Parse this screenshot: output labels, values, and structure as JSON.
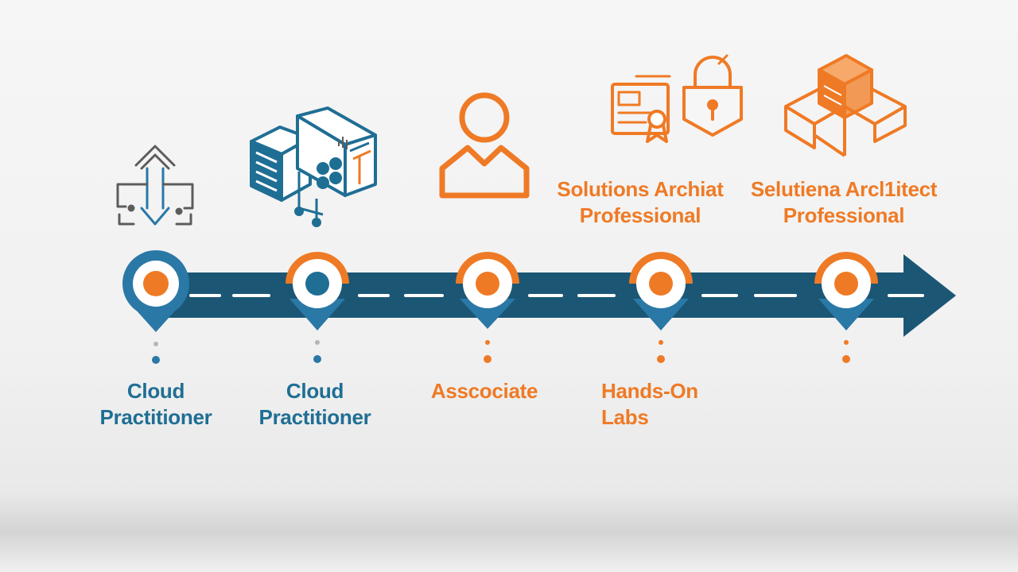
{
  "colors": {
    "navy": "#1b5675",
    "blue": "#2a78a6",
    "orange": "#ef7a25",
    "gray": "#5c5c5c",
    "dash": "#ffffff"
  },
  "milestones": [
    {
      "icon": "arrows-path-icon",
      "pin_color": "blue",
      "center_color": "orange",
      "label_color": "blue",
      "label_lines": [
        "Cloud",
        "Practitioner"
      ]
    },
    {
      "icon": "server-stack-icon",
      "pin_color": "blue",
      "center_color": "blue",
      "label_color": "blue",
      "label_lines": [
        "Cloud",
        "Practitioner"
      ]
    },
    {
      "icon": "user-icon",
      "pin_color": "blue",
      "center_color": "orange",
      "label_color": "orange",
      "label_lines": [
        "Asscociate"
      ]
    },
    {
      "icon": "lock-certificate-icon",
      "pin_color": "blue",
      "center_color": "orange",
      "label_color": "orange",
      "label_lines": [
        "Hands-On",
        "Labs"
      ]
    },
    {
      "icon": "cube-network-icon",
      "pin_color": "blue",
      "center_color": "orange",
      "label_color": "orange",
      "label_lines": []
    }
  ],
  "top_labels": [
    {
      "lines": [
        "Solutions Archiat",
        "Professional"
      ]
    },
    {
      "lines": [
        "Selutiena Arcl1itect",
        "Professional"
      ]
    }
  ]
}
